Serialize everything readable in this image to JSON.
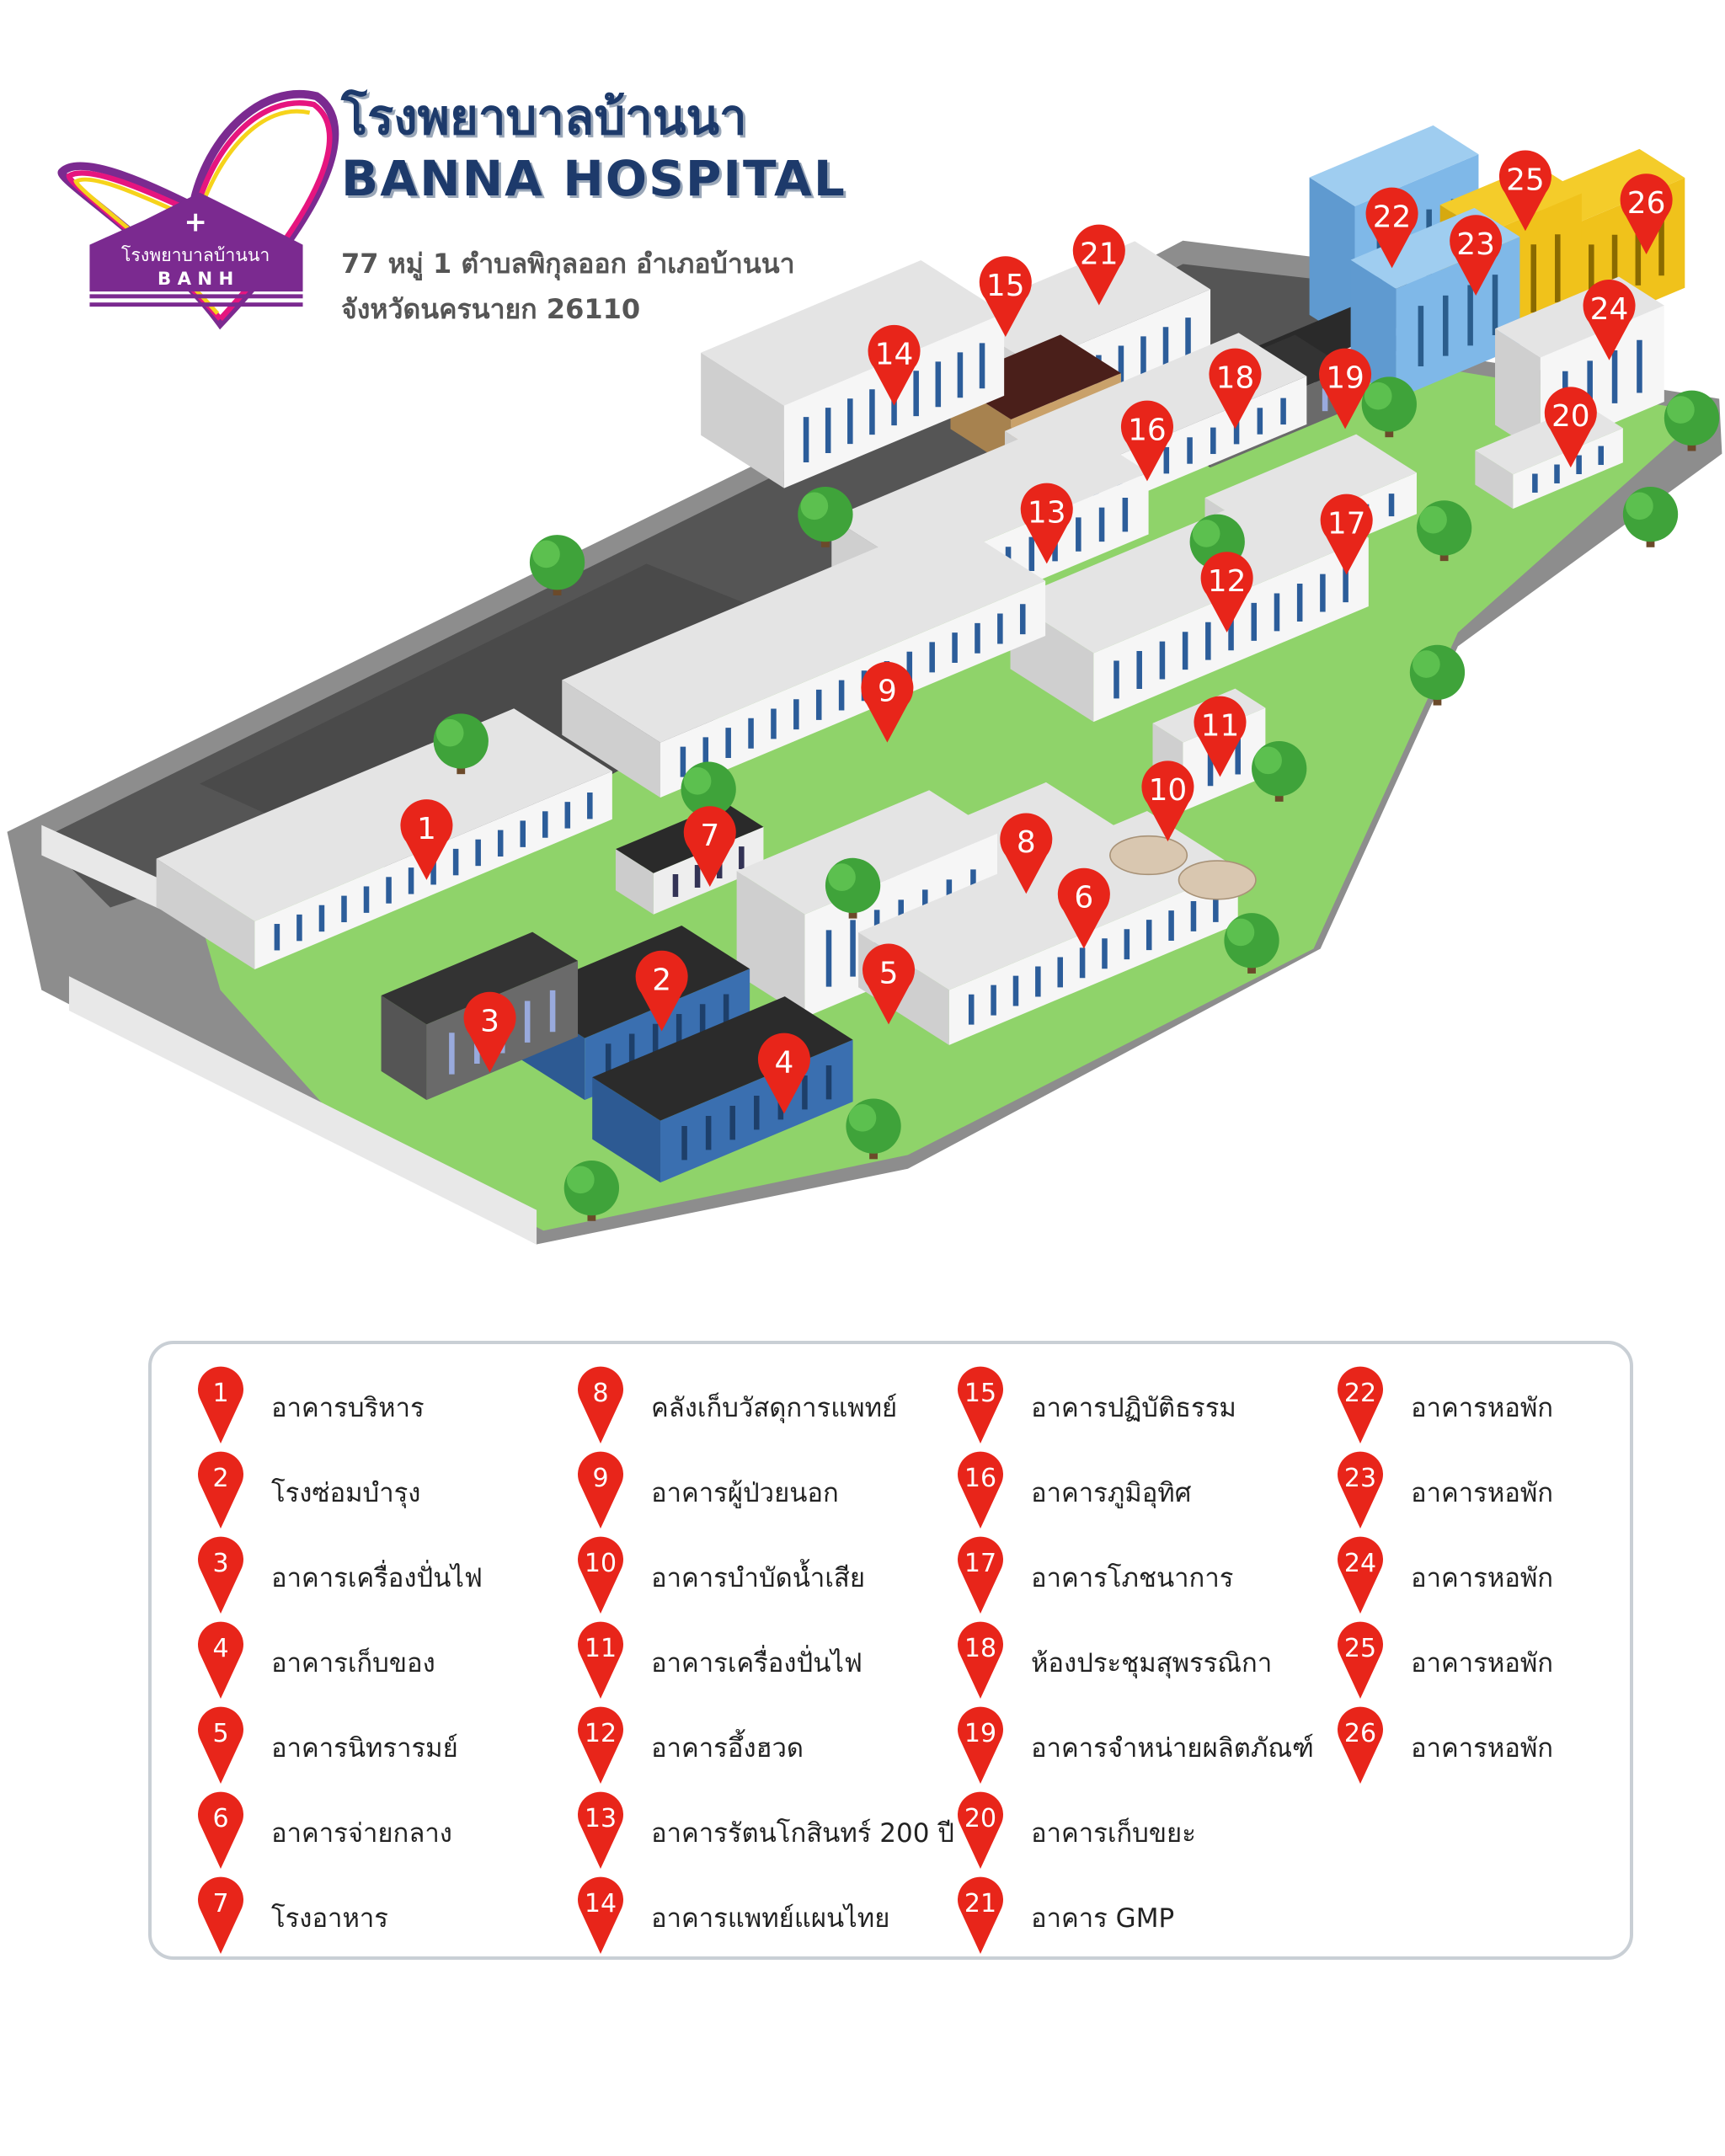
{
  "header": {
    "title_th": "โรงพยาบาลบ้านนา",
    "title_en": "BANNA HOSPITAL",
    "address_line1": "77 หมู่ 1 ตำบลพิกุลออก อำเภอบ้านนา",
    "address_line2": "จังหวัดนครนายก 26110"
  },
  "logo": {
    "text_th": "โรงพยาบาลบ้านนา",
    "text_en": "B A N H"
  },
  "colors": {
    "pin": "#e8251a",
    "title": "#1d3a6b",
    "logo_purple": "#7b2a90",
    "logo_pink": "#e6157f",
    "logo_yellow": "#f6d31b"
  },
  "legend": {
    "items": [
      {
        "num": "1",
        "label": "อาคารบริหาร"
      },
      {
        "num": "2",
        "label": "โรงซ่อมบำรุง"
      },
      {
        "num": "3",
        "label": "อาคารเครื่องปั่นไฟ"
      },
      {
        "num": "4",
        "label": "อาคารเก็บของ"
      },
      {
        "num": "5",
        "label": "อาคารนิทรารมย์"
      },
      {
        "num": "6",
        "label": "อาคารจ่ายกลาง"
      },
      {
        "num": "7",
        "label": "โรงอาหาร"
      },
      {
        "num": "8",
        "label": "คลังเก็บวัสดุการแพทย์"
      },
      {
        "num": "9",
        "label": "อาคารผู้ป่วยนอก"
      },
      {
        "num": "10",
        "label": "อาคารบำบัดน้ำเสีย"
      },
      {
        "num": "11",
        "label": "อาคารเครื่องปั่นไฟ"
      },
      {
        "num": "12",
        "label": "อาคารอึ้งฮวด"
      },
      {
        "num": "13",
        "label": "อาคารรัตนโกสินทร์ 200 ปี"
      },
      {
        "num": "14",
        "label": "อาคารแพทย์แผนไทย"
      },
      {
        "num": "15",
        "label": "อาคารปฏิบัติธรรม"
      },
      {
        "num": "16",
        "label": "อาคารภูมิอุทิศ"
      },
      {
        "num": "17",
        "label": "อาคารโภชนาการ"
      },
      {
        "num": "18",
        "label": "ห้องประชุมสุพรรณิกา"
      },
      {
        "num": "19",
        "label": "อาคารจำหน่ายผลิตภัณฑ์"
      },
      {
        "num": "20",
        "label": "อาคารเก็บขยะ"
      },
      {
        "num": "21",
        "label": "อาคาร GMP"
      },
      {
        "num": "22",
        "label": "อาคารหอพัก"
      },
      {
        "num": "23",
        "label": "อาคารหอพัก"
      },
      {
        "num": "24",
        "label": "อาคารหอพัก"
      },
      {
        "num": "25",
        "label": "อาคารหอพัก"
      },
      {
        "num": "26",
        "label": "อาคารหอพัก"
      }
    ]
  }
}
